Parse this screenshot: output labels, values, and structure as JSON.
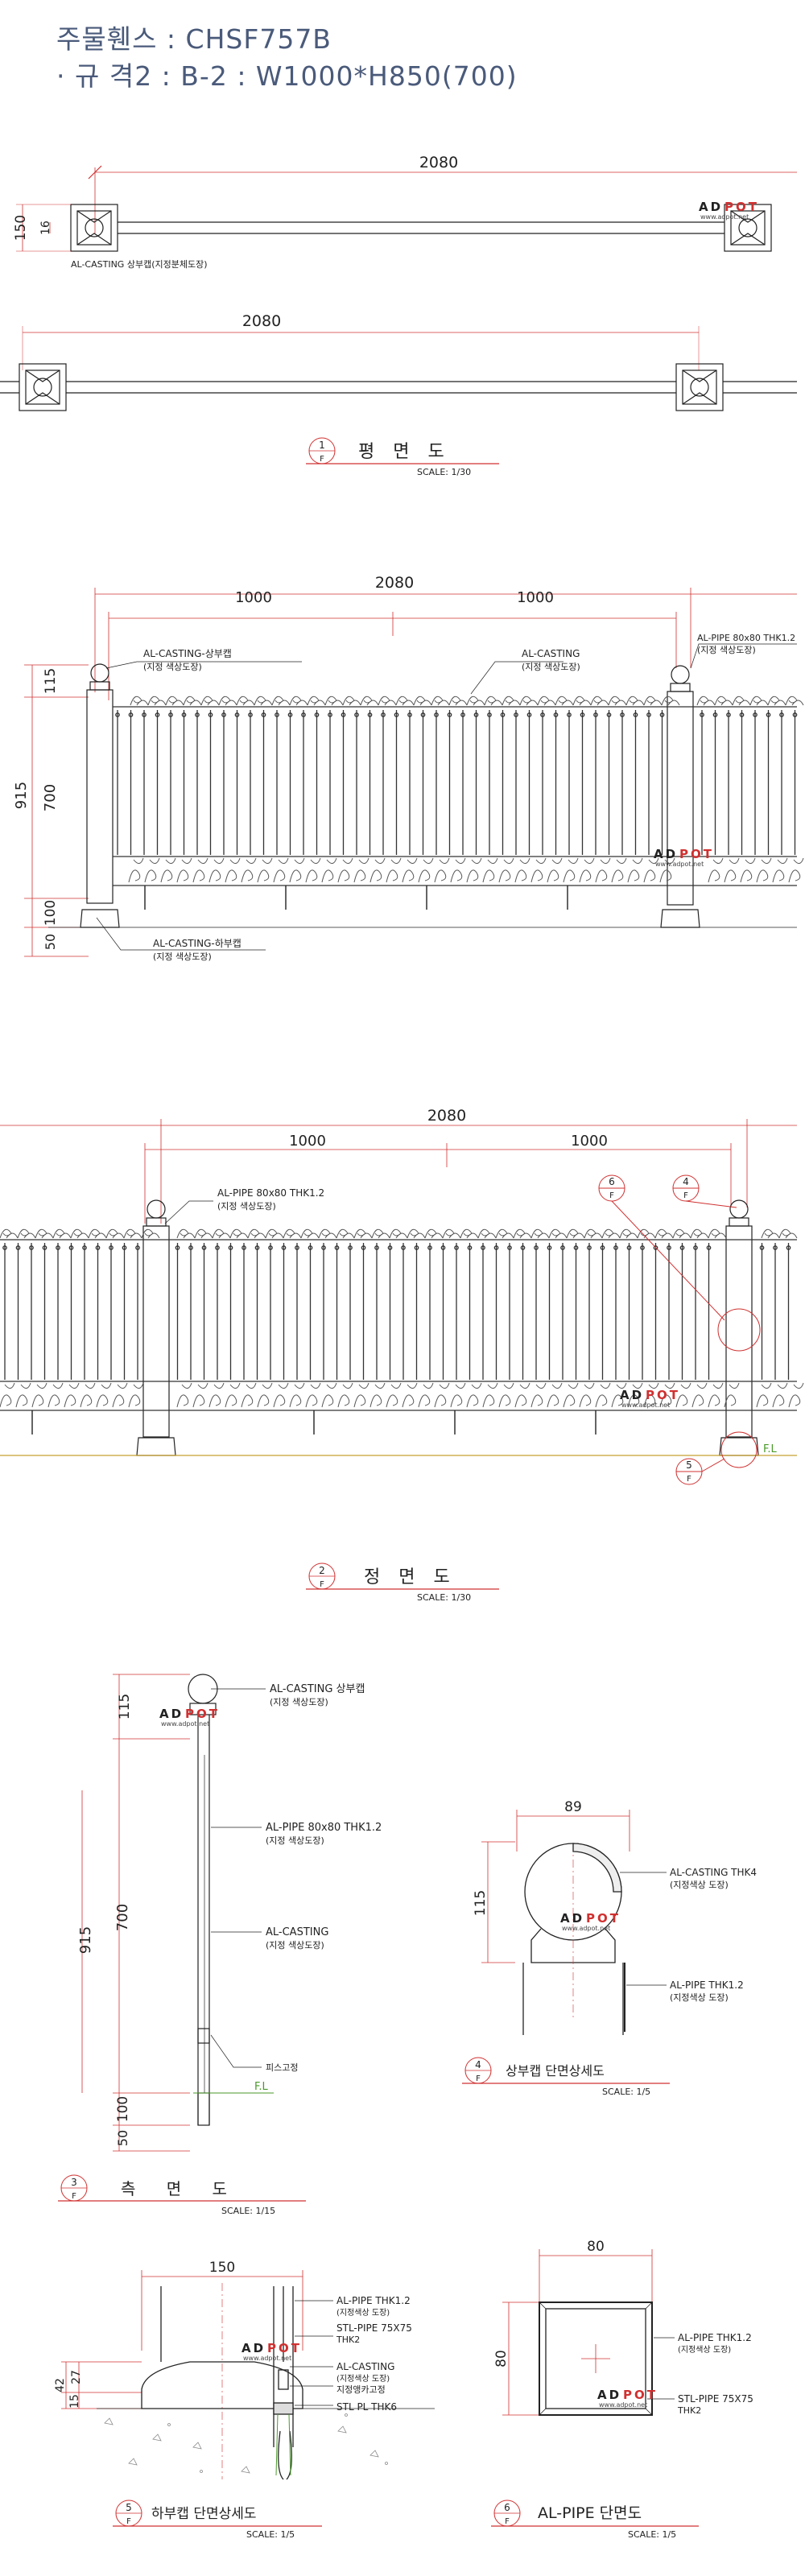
{
  "header": {
    "title": "주물휀스 : CHSF757B",
    "spec": "· 규 격2 : B-2 : W1000*H850(700)"
  },
  "watermark": {
    "a": "AD",
    "b": "POT",
    "url": "www.adpot.net"
  },
  "colors": {
    "line": "#222222",
    "dim": "#d03030",
    "header": "#4a5a7a",
    "fl": "#4a9a2a",
    "ornament": "#555555"
  },
  "plan": {
    "dim_top": "2080",
    "dim_150": "150",
    "dim_16": "16",
    "cap_note": "AL-CASTING 상부캡(지정분체도장)",
    "dim_lower": "2080",
    "label": "평 면 도",
    "no": "1",
    "f": "F",
    "scale": "SCALE: 1/30"
  },
  "side_elev": {
    "dim_total": "2080",
    "dim_l": "1000",
    "dim_r": "1000",
    "n_cap": "AL-CASTING-상부캡",
    "n_cap_sub": "(지정 색상도장)",
    "n_cast": "AL-CASTING",
    "n_cast_sub": "(지정 색상도장)",
    "n_pipe": "AL-PIPE 80x80 THK1.2",
    "n_pipe_sub": "(지정 색상도장)",
    "n_base": "AL-CASTING-하부캡",
    "n_base_sub": "(지정 색상도장)",
    "v115": "115",
    "v915": "915",
    "v700": "700",
    "v100": "100",
    "v50": "50"
  },
  "front": {
    "dim_total": "2080",
    "dim_l": "1000",
    "dim_r": "1000",
    "n_pipe": "AL-PIPE 80x80 THK1.2",
    "n_pipe_sub": "(지정 색상도장)",
    "c6": "6",
    "c4": "4",
    "c5": "5",
    "f": "F",
    "fl": "F.L",
    "label": "정 면 도",
    "no": "2",
    "scale": "SCALE: 1/30"
  },
  "section": {
    "n_cap": "AL-CASTING 상부캡",
    "n_cap_sub": "(지정 색상도장)",
    "n_pipe": "AL-PIPE 80x80 THK1.2",
    "n_pipe_sub": "(지정 색상도장)",
    "n_cast": "AL-CASTING",
    "n_cast_sub": "(지정 색상도장)",
    "n_bolt": "피스고정",
    "fl": "F.L",
    "v115": "115",
    "v915": "915",
    "v700": "700",
    "v100": "100",
    "v50": "50",
    "label": "측 면 도",
    "no": "3",
    "f": "F",
    "scale": "SCALE: 1/15"
  },
  "detail4": {
    "d89": "89",
    "d115": "115",
    "n1": "AL-CASTING THK4",
    "n1_sub": "(지정색상 도장)",
    "n2": "AL-PIPE THK1.2",
    "n2_sub": "(지정색상 도장)",
    "no": "4",
    "f": "F",
    "label": "상부캡 단면상세도",
    "scale": "SCALE: 1/5"
  },
  "detail5": {
    "d150": "150",
    "d42": "42",
    "d27": "27",
    "d15": "15",
    "n1": "AL-PIPE THK1.2",
    "n1_sub": "(지정색상 도장)",
    "n2": "STL-PIPE 75X75",
    "n2_sub": "THK2",
    "n3": "AL-CASTING",
    "n3_sub": "(지정색상 도장)",
    "n4": "지정앵카고정",
    "n5": "STL PL THK6",
    "no": "5",
    "f": "F",
    "label": "하부캡 단면상세도",
    "scale": "SCALE: 1/5"
  },
  "detail6": {
    "d80t": "80",
    "d80l": "80",
    "n1": "AL-PIPE THK1.2",
    "n1_sub": "(지정색상 도장)",
    "n2": "STL-PIPE 75X75",
    "n2_sub": "THK2",
    "no": "6",
    "f": "F",
    "label": "AL-PIPE 단면도",
    "scale": "SCALE: 1/5"
  }
}
